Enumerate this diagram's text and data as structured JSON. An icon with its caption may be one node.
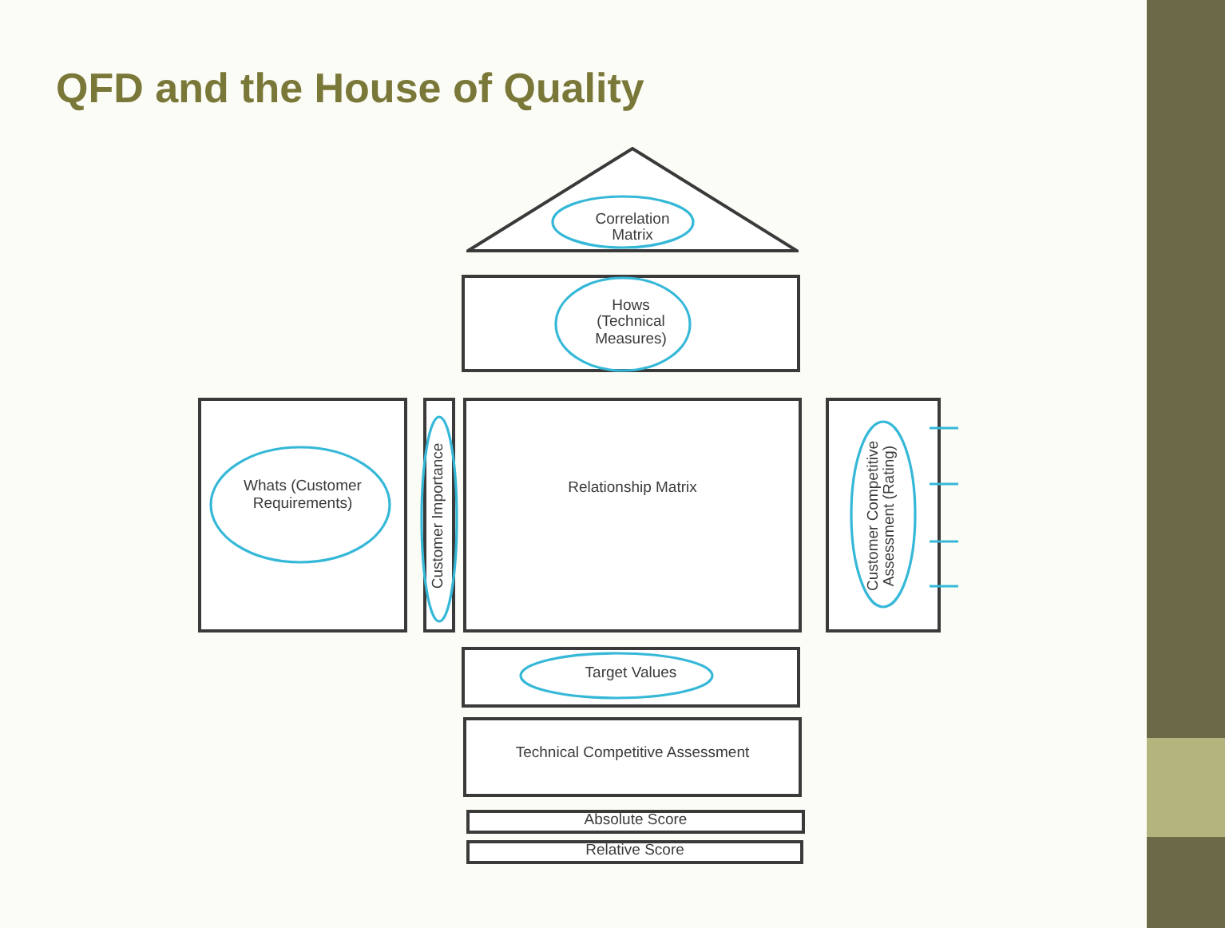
{
  "diagram": {
    "title": "QFD and the House of Quality",
    "nodes": [
      {
        "text": [
          "Correlation Matrix"
        ]
      },
      {
        "text": [
          "Hows (Technical Measures)"
        ]
      },
      {
        "text": [
          "Whats (Customer Requirements)"
        ]
      },
      {
        "text": [
          "Customer Importance"
        ]
      },
      {
        "text": [
          "Relationship Matrix"
        ]
      },
      {
        "text": [
          "Customer Competitive Assessment (Rating)"
        ]
      },
      {
        "text": [
          "Target Values"
        ]
      },
      {
        "text": [
          "Technical Competitive Assessment"
        ]
      },
      {
        "text": [
          "Absolute Score"
        ]
      },
      {
        "text": [
          "Relative Score"
        ]
      }
    ]
  }
}
